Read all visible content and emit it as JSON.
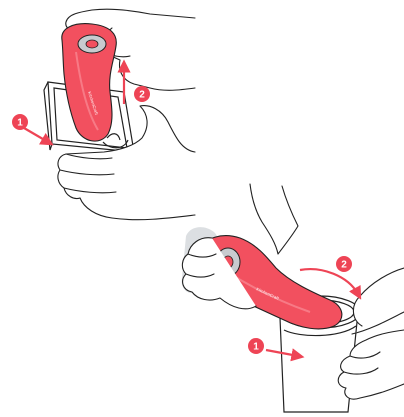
{
  "colors": {
    "background": "#ffffff",
    "opener": "#f2505f",
    "opener_highlight": "#f77a86",
    "arrow": "#ee4455",
    "badge": "#ee4455",
    "outline": "#222222",
    "metal": "#c8cbcf",
    "can_fill": "#ffffff"
  },
  "panels": [
    {
      "name": "top-illustration",
      "description": "Opener clamped onto tin rim",
      "badges": [
        {
          "number": "1",
          "icon": "arrow-down-left-icon"
        },
        {
          "number": "2",
          "icon": "arrow-up-icon"
        }
      ],
      "opener_brand": "KitchenCraft"
    },
    {
      "name": "bottom-illustration",
      "description": "Opener rotating around can",
      "badges": [
        {
          "number": "1",
          "icon": "arrow-right-icon"
        },
        {
          "number": "2",
          "icon": "curved-arrow-icon"
        }
      ],
      "opener_brand": "KitchenCraft"
    }
  ]
}
